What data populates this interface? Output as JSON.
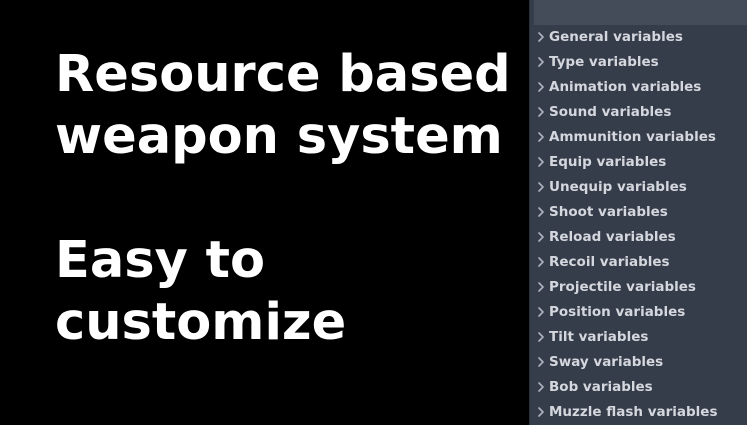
{
  "promo": {
    "line1": "Resource based",
    "line2": "weapon system",
    "line3": "Easy to",
    "line4": "customize"
  },
  "inspector": {
    "groups": [
      {
        "label": "General variables",
        "icon": "chevron-right-icon"
      },
      {
        "label": "Type variables",
        "icon": "chevron-right-icon"
      },
      {
        "label": "Animation variables",
        "icon": "chevron-right-icon"
      },
      {
        "label": "Sound variables",
        "icon": "chevron-right-icon"
      },
      {
        "label": "Ammunition variables",
        "icon": "chevron-right-icon"
      },
      {
        "label": "Equip variables",
        "icon": "chevron-right-icon"
      },
      {
        "label": "Unequip variables",
        "icon": "chevron-right-icon"
      },
      {
        "label": "Shoot variables",
        "icon": "chevron-right-icon"
      },
      {
        "label": "Reload variables",
        "icon": "chevron-right-icon"
      },
      {
        "label": "Recoil variables",
        "icon": "chevron-right-icon"
      },
      {
        "label": "Projectile variables",
        "icon": "chevron-right-icon"
      },
      {
        "label": "Position variables",
        "icon": "chevron-right-icon"
      },
      {
        "label": "Tilt variables",
        "icon": "chevron-right-icon"
      },
      {
        "label": "Sway variables",
        "icon": "chevron-right-icon"
      },
      {
        "label": "Bob variables",
        "icon": "chevron-right-icon"
      },
      {
        "label": "Muzzle flash variables",
        "icon": "chevron-right-icon"
      }
    ]
  },
  "colors": {
    "background": "#000000",
    "panel": "#363d4a",
    "panel_topbar": "#454c59",
    "text_light": "#d4d7dd",
    "headline": "#ffffff"
  }
}
